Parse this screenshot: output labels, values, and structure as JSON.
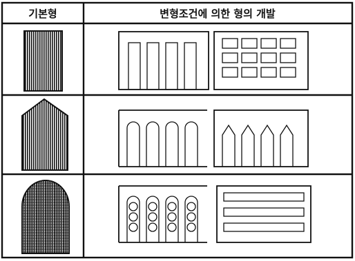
{
  "table": {
    "header_basic": "기본형",
    "header_derived": "변형조건에 의한 형의 개발"
  },
  "rows": [
    {
      "basic_shape": "rectangle",
      "derived": [
        "vertical-slot-windows",
        "grid-of-rectangles"
      ]
    },
    {
      "basic_shape": "pointed-top",
      "derived": [
        "round-arch-windows",
        "pointed-arch-windows"
      ]
    },
    {
      "basic_shape": "round-arch",
      "derived": [
        "stacked-circle-columns",
        "horizontal-bands"
      ]
    }
  ],
  "colors": {
    "ink": "#111111",
    "paper": "#ffffff"
  }
}
